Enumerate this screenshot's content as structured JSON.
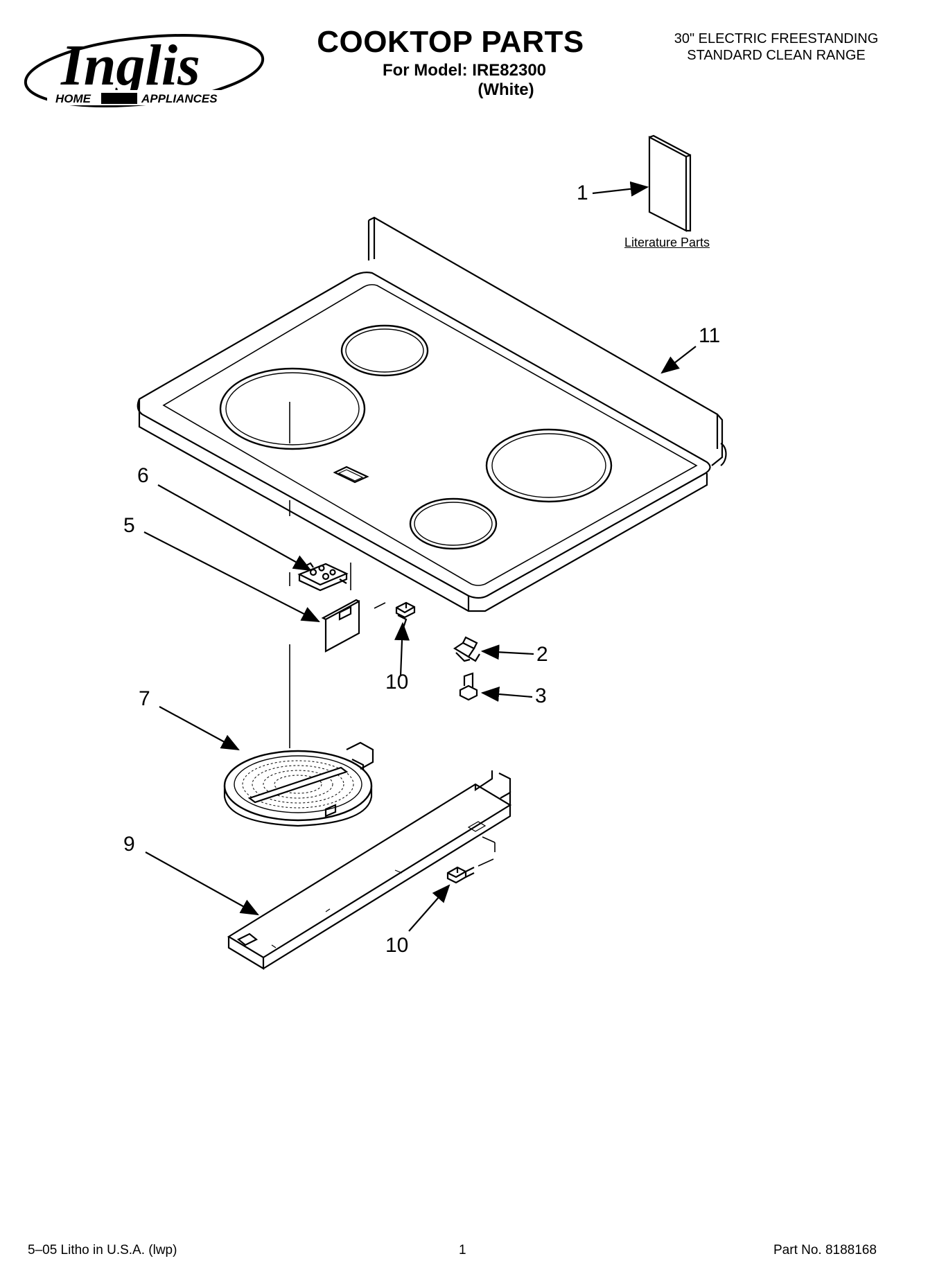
{
  "header": {
    "brand_name": "Inglis",
    "brand_tagline_left": "HOME",
    "brand_tagline_right": "APPLIANCES",
    "title": "COOKTOP PARTS",
    "model_line": "For Model: IRE82300",
    "color_line": "(White)",
    "description_line1": "30\" ELECTRIC FREESTANDING",
    "description_line2": "STANDARD CLEAN RANGE"
  },
  "callouts": {
    "c1": "1",
    "c2": "2",
    "c3": "3",
    "c5": "5",
    "c6": "6",
    "c7": "7",
    "c9": "9",
    "c10a": "10",
    "c10b": "10",
    "c11": "11"
  },
  "literature_label": "Literature Parts",
  "footer": {
    "litho": "5–05 Litho in U.S.A. (lwp)",
    "page": "1",
    "part_no": "Part No. 8188168"
  },
  "colors": {
    "ink": "#000000",
    "paper": "#ffffff"
  }
}
